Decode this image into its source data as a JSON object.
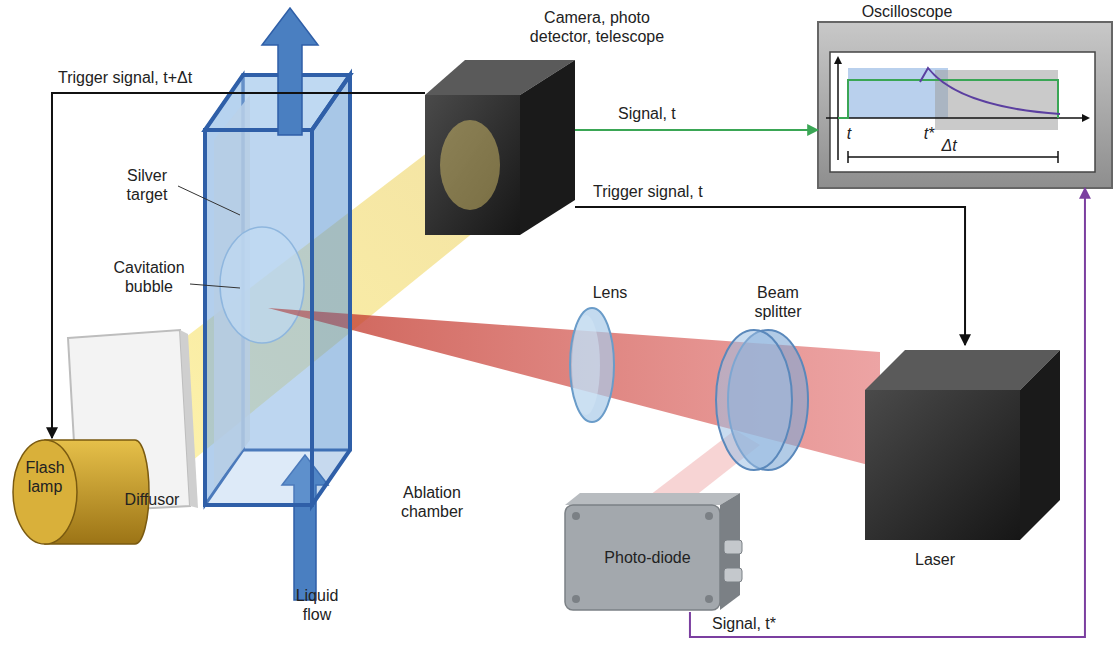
{
  "diagram": {
    "nodes": [
      {
        "text": [
          "Camera, photo detector, telescope"
        ]
      },
      {
        "text": [
          "Oscilloscope"
        ]
      },
      {
        "text": [
          "Ablation chamber"
        ]
      },
      {
        "text": [
          "Silver target"
        ],
        "in": 2
      },
      {
        "text": [
          "Cavitation bubble"
        ],
        "in": 2
      },
      {
        "text": [
          "Flash lamp"
        ]
      },
      {
        "text": [
          "Diffusor"
        ]
      },
      {
        "text": [
          "Lens"
        ]
      },
      {
        "text": [
          "Beam splitter"
        ]
      },
      {
        "text": [
          "Laser"
        ]
      },
      {
        "text": [
          "Photo-diode"
        ]
      }
    ],
    "edges": [
      {
        "from": 0,
        "to": 5,
        "label": "Trigger signal, t+Δt",
        "arrow": "to"
      },
      {
        "from": 0,
        "to": 1,
        "label": "Signal, t",
        "arrow": "to"
      },
      {
        "from": 0,
        "to": 9,
        "label": "Trigger signal, t",
        "arrow": "to"
      },
      {
        "from": 10,
        "to": 1,
        "label": "Signal, t*",
        "arrow": "to"
      }
    ],
    "labels": [
      "Liquid flow",
      "t",
      "t*",
      "Δt"
    ]
  }
}
